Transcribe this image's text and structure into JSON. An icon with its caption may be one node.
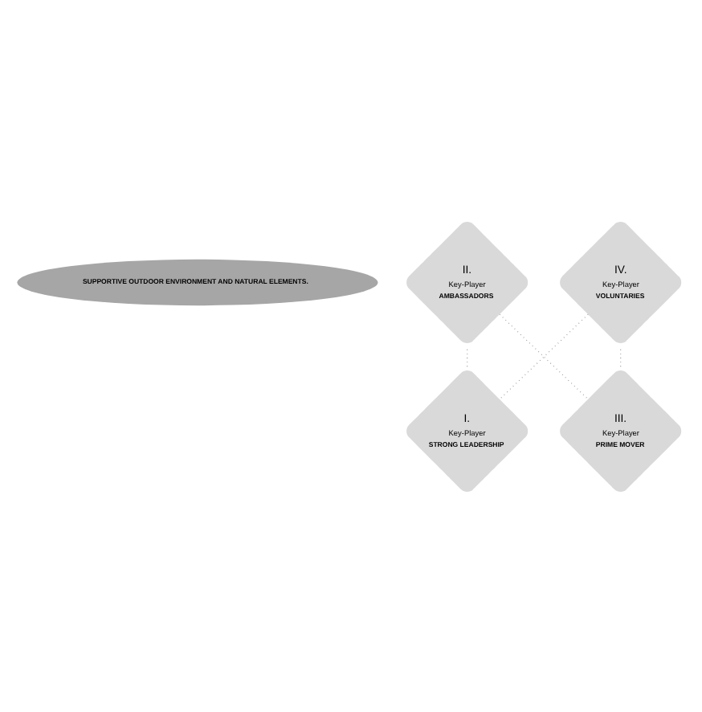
{
  "diagram": {
    "nodes": [
      {
        "text": [
          "SUPPORTIVE OUTDOOR ENVIRONMENT AND NATURAL ELEMENTS."
        ]
      },
      {
        "text": [
          "I.",
          "Key-Player",
          "STRONG LEADERSHIP"
        ]
      },
      {
        "text": [
          "II.",
          "Key-Player",
          "AMBASSADORS"
        ]
      },
      {
        "text": [
          "III.",
          "Key-Player",
          "PRIME MOVER"
        ]
      },
      {
        "text": [
          "IV.",
          "Key-Player",
          "VOLUNTARIES"
        ]
      }
    ],
    "edges": [
      {
        "from": 1,
        "to": 2,
        "arrow": "none",
        "style": "dashed"
      },
      {
        "from": 2,
        "to": 3,
        "arrow": "none",
        "style": "dashed"
      },
      {
        "from": 3,
        "to": 4,
        "arrow": "none",
        "style": "dashed"
      },
      {
        "from": 4,
        "to": 1,
        "arrow": "none",
        "style": "dashed"
      }
    ]
  }
}
